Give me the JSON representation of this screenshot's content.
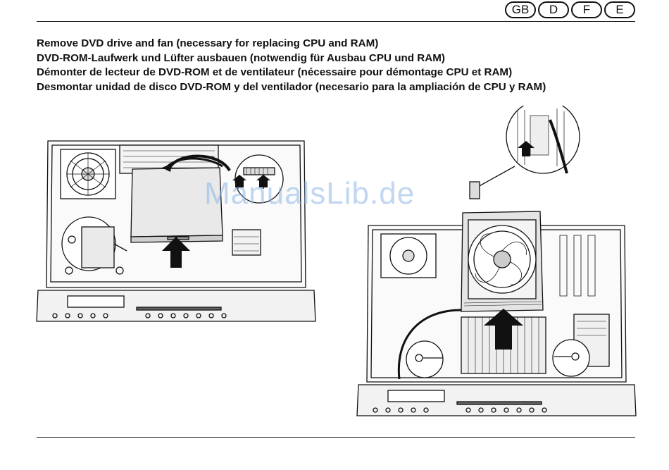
{
  "languages": [
    "GB",
    "D",
    "F",
    "E"
  ],
  "headings": {
    "en": "Remove DVD drive and fan (necessary for replacing CPU and RAM)",
    "de": "DVD-ROM-Laufwerk und Lüfter ausbauen (notwendig für Ausbau CPU und RAM)",
    "fr": "Démonter de lecteur de DVD-ROM et de ventilateur (nécessaire pour démontage CPU et RAM)",
    "es": "Desmontar unidad de disco DVD-ROM y del ventilador (necesario para la ampliación de CPU y RAM)"
  },
  "watermark": "ManualsLib.de",
  "colors": {
    "ink": "#111111",
    "watermark": "#8cb4e6"
  },
  "icons": {
    "left_figure": "dvd-drive-removal-illustration",
    "right_figure": "fan-removal-illustration"
  }
}
